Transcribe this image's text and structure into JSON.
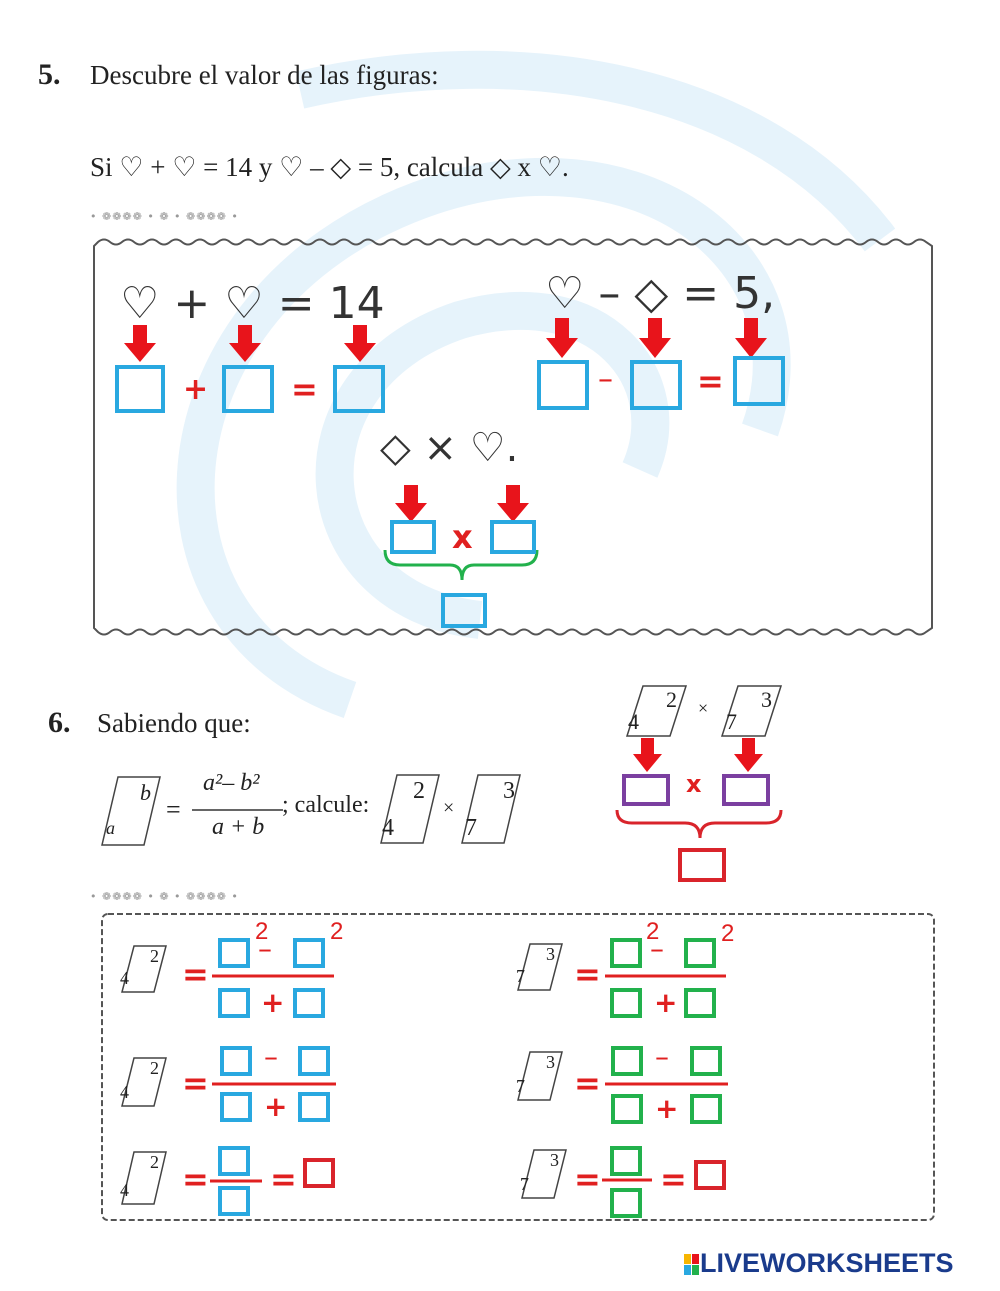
{
  "q5": {
    "number": "5.",
    "title": "Descubre el valor de las figuras:",
    "statement": "Si ♡ + ♡ = 14 y ♡ – ◇ = 5, calcula ◇ x ♡.",
    "eq1_text": "♡ + ♡ = 14",
    "eq2_text": "♡ – ◇ = 5,",
    "eq3_text": "◇ × ♡.",
    "plus": "+",
    "minus": "–",
    "equals": "=",
    "times": "x"
  },
  "q6": {
    "number": "6.",
    "title": "Sabiendo que:",
    "def_a": "a",
    "def_b": "b",
    "numerator": "a²– b²",
    "denominator": "a + b",
    "calc_label": "; calcule:",
    "n4": "4",
    "n2": "2",
    "n7": "7",
    "n3": "3",
    "times_small": "×",
    "exp2": "2",
    "plus": "+",
    "minus": "–",
    "equals": "=",
    "times": "x"
  },
  "separator_dots": "• ❁❁❁❁ • ❁ • ❁❁❁❁ •",
  "brand": "LIVEWORKSHEETS",
  "colors": {
    "blue": "#29a8e0",
    "green": "#22b14c",
    "red": "#d9242b",
    "purple": "#7b3fa0"
  }
}
